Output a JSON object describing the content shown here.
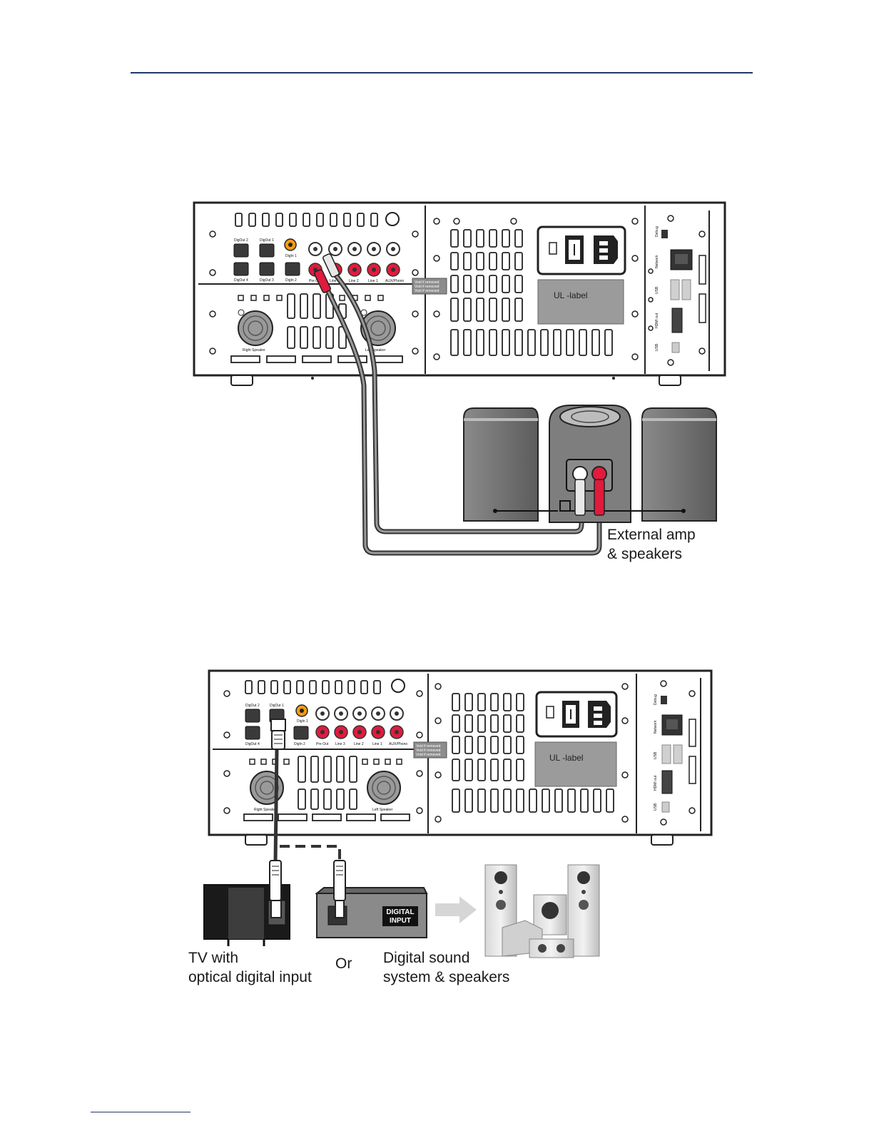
{
  "diagram1": {
    "ports": {
      "digout2": "DigOut 2",
      "digout1": "DigOut 1",
      "digout4": "DigOut 4",
      "digout3": "DigOut 3",
      "digin1": "DigIn 1",
      "digin2": "DigIn 2",
      "preout": "Pre Out",
      "line3": "Line 3",
      "line2": "Line 2",
      "line1": "Line 1",
      "aux": "AUX/Phono",
      "right_speaker": "Right Speaker",
      "left_speaker": "Left Speaker",
      "debug": "Debug",
      "network": "Network",
      "usb": "USB",
      "hdmi": "HDMI out",
      "usb2": "USB"
    },
    "ul_label": "UL -label",
    "warning_lines": [
      "Void if removed",
      "Void if removed",
      "Void if removed"
    ],
    "caption_line1": "External amp",
    "caption_line2": "& speakers"
  },
  "diagram2": {
    "ports": {
      "digout2": "DigOut 2",
      "digout1": "DigOut 1",
      "digout4": "DigOut 4",
      "digin1": "DigIn 1",
      "digin2": "DigIn 2",
      "preout": "Pre Out",
      "line3": "Line 3",
      "line2": "Line 2",
      "line1": "Line 1",
      "aux": "AUX/Phono",
      "right_speaker": "Right Speaker",
      "left_speaker": "Left Speaker",
      "debug": "Debug",
      "network": "Network",
      "usb": "USB",
      "hdmi": "HDMI out",
      "usb2": "USB"
    },
    "ul_label": "UL -label",
    "warning_lines": [
      "Void if removed",
      "Void if removed",
      "Void if removed"
    ],
    "digital_input_line1": "DIGITAL",
    "digital_input_line2": "INPUT",
    "tv_caption_line1": "TV with",
    "tv_caption_line2": "optical digital input",
    "or_caption": "Or",
    "sound_caption_line1": "Digital sound",
    "sound_caption_line2": "system & speakers"
  }
}
